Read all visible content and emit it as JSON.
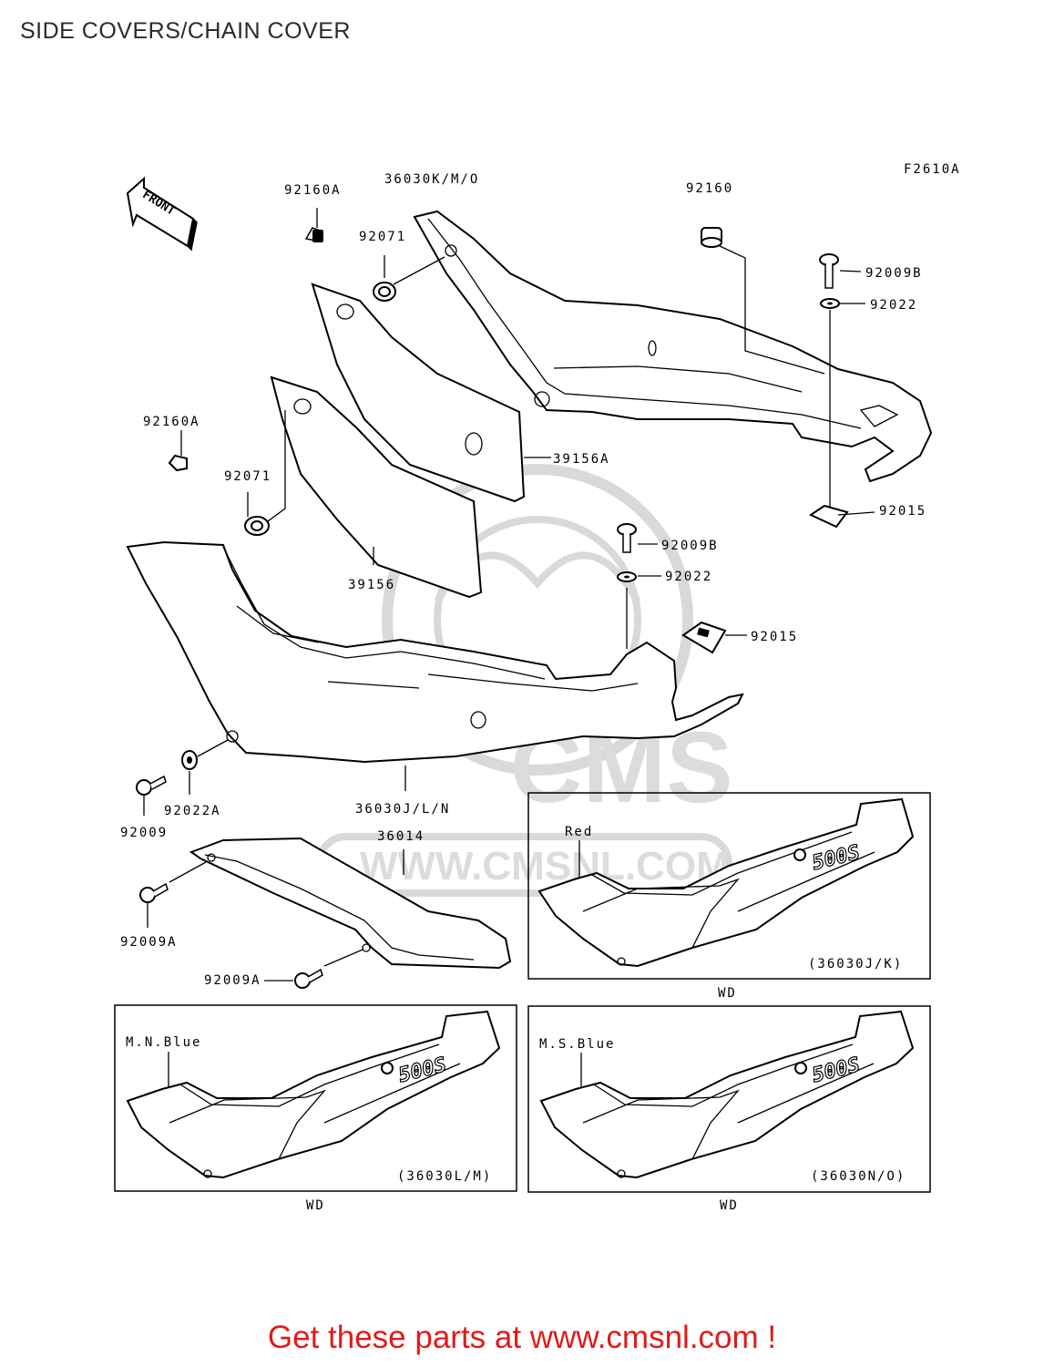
{
  "title": "SIDE COVERS/CHAIN COVER",
  "figure_code": "F2610A",
  "front_label": "FRONT",
  "watermark": {
    "brand": "CMS",
    "url": "WWW.CMSNL.COM"
  },
  "part_labels": {
    "p92160A_top": "92160A",
    "p36030KMO": "36030K/M/O",
    "p92160": "92160",
    "p92071_top": "92071",
    "p92009B_top": "92009B",
    "p92022_top": "92022",
    "p92160A_left": "92160A",
    "p39156A": "39156A",
    "p92071_left": "92071",
    "p92015_right": "92015",
    "p92009B_mid": "92009B",
    "p39156": "39156",
    "p92022_mid": "92022",
    "p92015_mid": "92015",
    "p92009": "92009",
    "p92022A": "92022A",
    "p36030JLN": "36030J/L/N",
    "p36014": "36014",
    "p92009A_left": "92009A",
    "p92009A_bottom": "92009A"
  },
  "variants": [
    {
      "color": "Red",
      "code": "(36030J/K)",
      "model": "WD",
      "logo": "500S"
    },
    {
      "color": "M.N.Blue",
      "code": "(36030L/M)",
      "model": "WD",
      "logo": "500S"
    },
    {
      "color": "M.S.Blue",
      "code": "(36030N/O)",
      "model": "WD",
      "logo": "500S"
    }
  ],
  "footer_text": "Get these parts at www.cmsnl.com !"
}
